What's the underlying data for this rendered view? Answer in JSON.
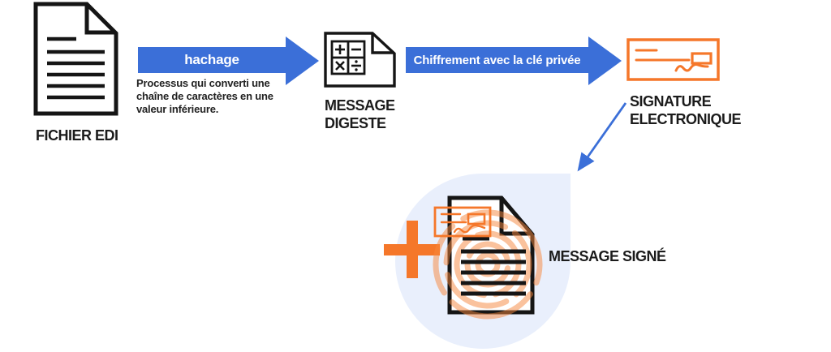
{
  "diagram": {
    "title_semantic": "electronic-signature-process-flow",
    "colors": {
      "arrow_blue": "#3b6fd8",
      "accent_orange": "#f5772a",
      "fingerprint_orange": "#f7873d",
      "blob_light_blue": "#e9effc",
      "text_dark": "#1b1b1b",
      "icon_black": "#151515"
    },
    "nodes": {
      "fichier_edi": {
        "label": "FICHIER EDI",
        "icon": "document-icon"
      },
      "message_digeste": {
        "line1": "MESSAGE",
        "line2": "DIGESTE",
        "icon": "calculator-document-icon"
      },
      "signature": {
        "line1": "SIGNATURE",
        "line2": "ELECTRONIQUE",
        "icon": "cheque-icon"
      },
      "message_signe": {
        "label": "MESSAGE SIGNÉ",
        "icon": "fingerprint-document-icon"
      }
    },
    "arrows": {
      "hachage": {
        "label": "hachage",
        "desc1": "Processus qui converti une",
        "desc2": "chaîne de caractères en une",
        "desc3": "valeur inférieure."
      },
      "chiffrement": {
        "label": "Chiffrement avec la clé privée"
      }
    }
  }
}
